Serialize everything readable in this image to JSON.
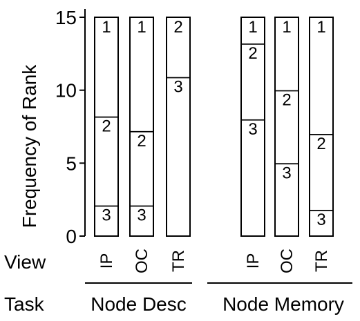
{
  "chart_data": {
    "type": "bar",
    "stacked": true,
    "ylabel": "Frequency of Rank",
    "ylim": [
      0,
      15
    ],
    "yticks": [
      0,
      5,
      10,
      15
    ],
    "view_label": "View",
    "task_label": "Task",
    "groups": [
      {
        "name": "Node Desc",
        "bars": [
          {
            "view": "IP",
            "segments": [
              {
                "rank": "3",
                "value": 2.1
              },
              {
                "rank": "2",
                "value": 6.1
              },
              {
                "rank": "1",
                "value": 6.8
              }
            ]
          },
          {
            "view": "OC",
            "segments": [
              {
                "rank": "3",
                "value": 2.1
              },
              {
                "rank": "2",
                "value": 5.1
              },
              {
                "rank": "1",
                "value": 7.8
              }
            ]
          },
          {
            "view": "TR",
            "segments": [
              {
                "rank": "3",
                "value": 10.9
              },
              {
                "rank": "2",
                "value": 4.1
              }
            ]
          }
        ]
      },
      {
        "name": "Node Memory",
        "bars": [
          {
            "view": "IP",
            "segments": [
              {
                "rank": "3",
                "value": 8.0
              },
              {
                "rank": "2",
                "value": 5.2
              },
              {
                "rank": "1",
                "value": 1.8
              }
            ]
          },
          {
            "view": "OC",
            "segments": [
              {
                "rank": "3",
                "value": 5.0
              },
              {
                "rank": "2",
                "value": 5.0
              },
              {
                "rank": "1",
                "value": 5.0
              }
            ]
          },
          {
            "view": "TR",
            "segments": [
              {
                "rank": "3",
                "value": 1.8
              },
              {
                "rank": "2",
                "value": 5.2
              },
              {
                "rank": "1",
                "value": 8.0
              }
            ]
          }
        ]
      }
    ]
  }
}
